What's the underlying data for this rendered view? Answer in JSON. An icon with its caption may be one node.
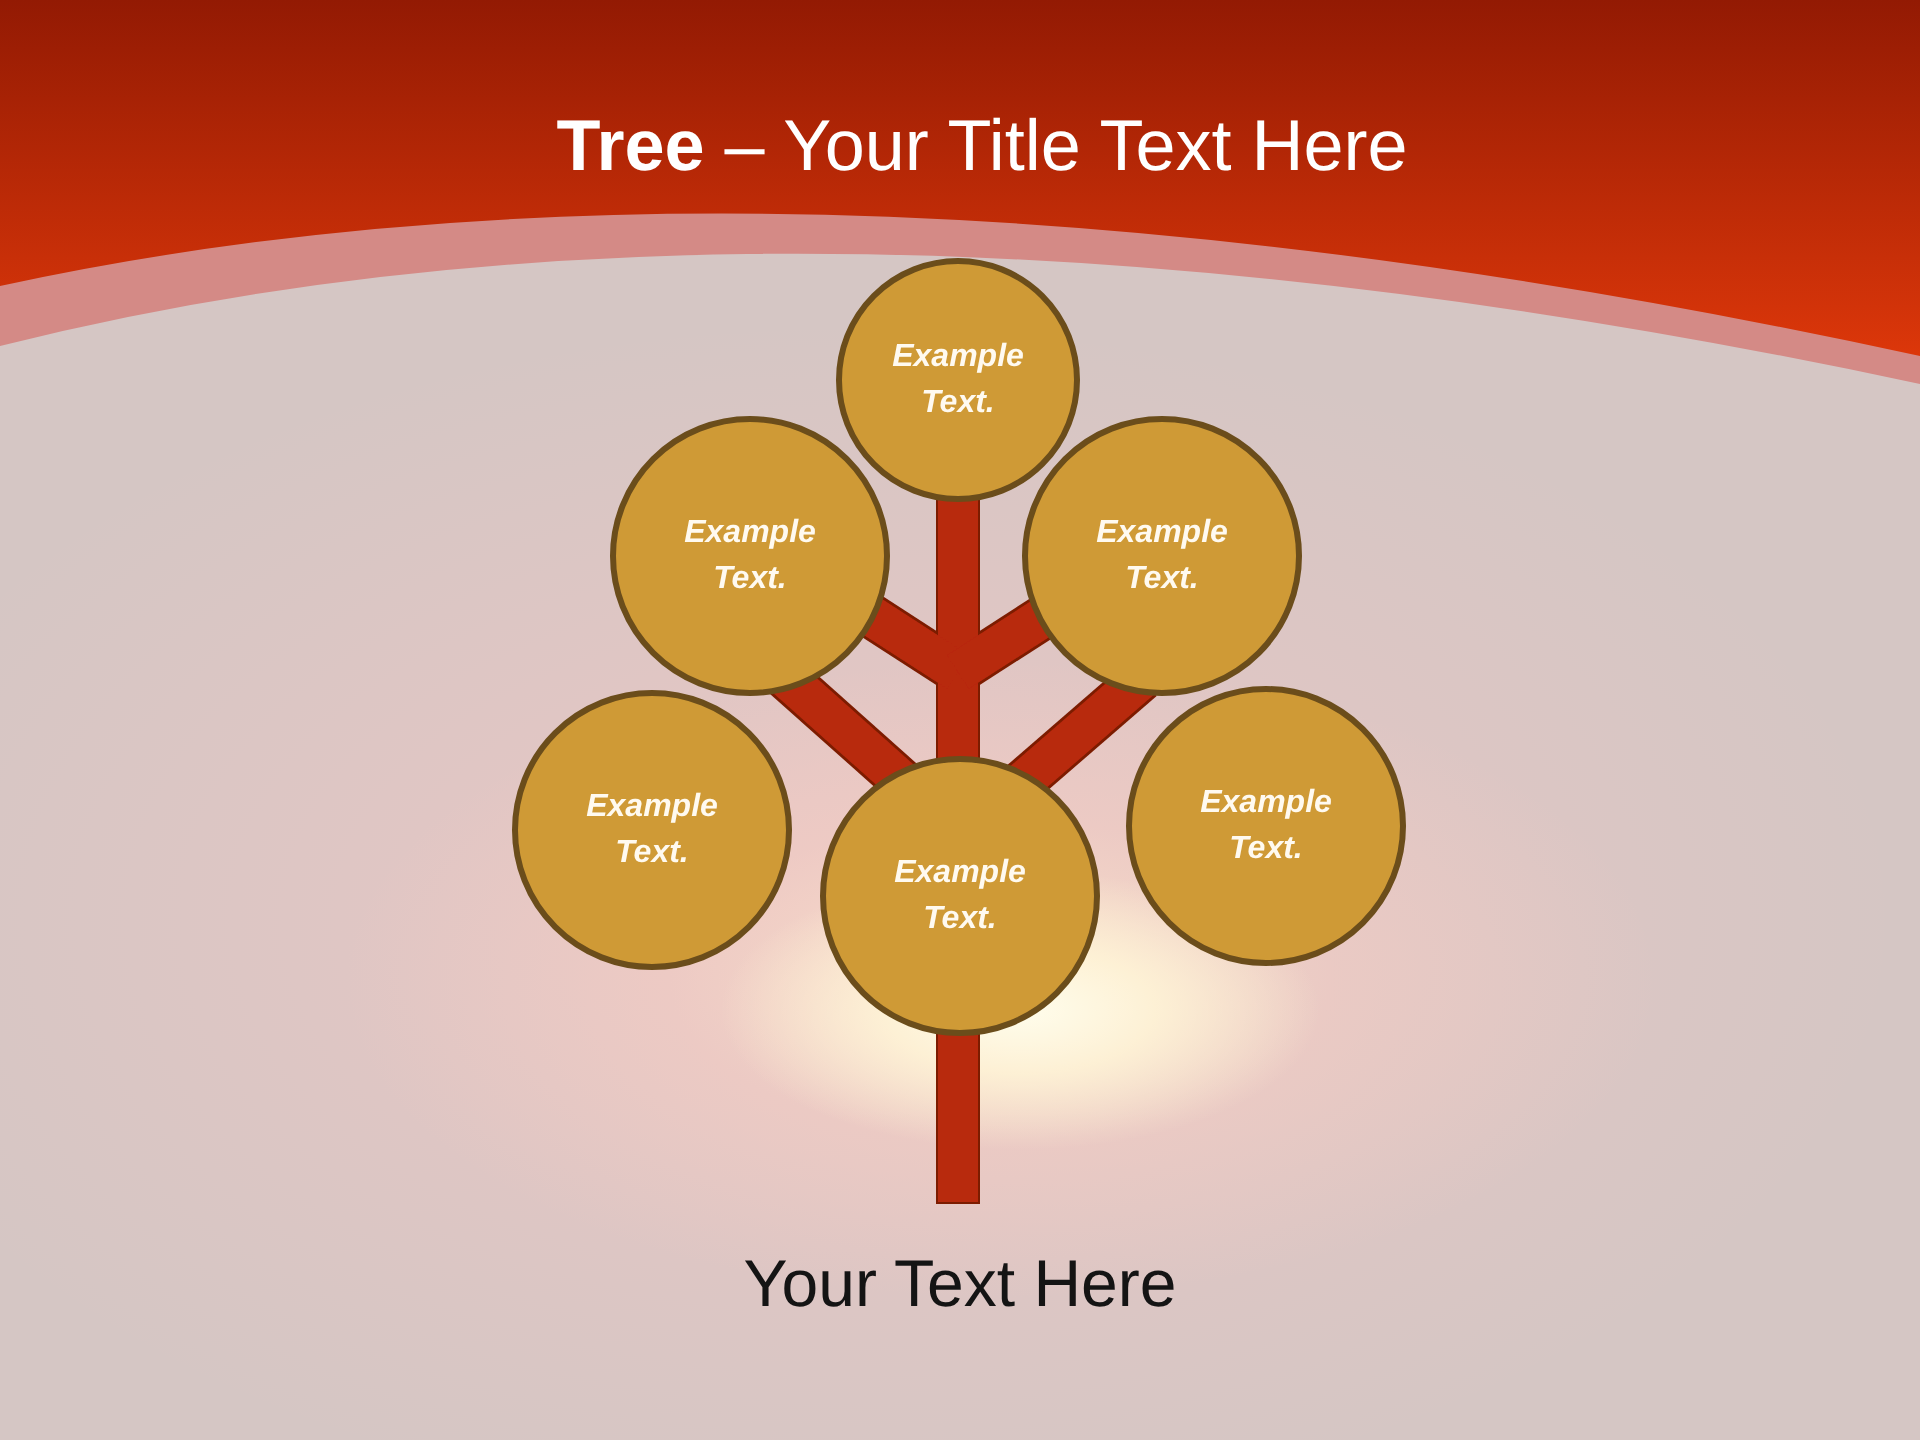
{
  "diagram": {
    "title": "**Tree** – Your Title Text Here",
    "nodes": [
      {
        "text": [
          "Example Text."
        ]
      },
      {
        "text": [
          "Example Text."
        ]
      },
      {
        "text": [
          "Example Text."
        ]
      },
      {
        "text": [
          "Example Text."
        ]
      },
      {
        "text": [
          "Example Text."
        ]
      },
      {
        "text": [
          "Example Text."
        ]
      }
    ],
    "edges": [
      {
        "from": 4,
        "to": 0,
        "arrow": "none"
      },
      {
        "from": 4,
        "to": 1,
        "arrow": "none"
      },
      {
        "from": 4,
        "to": 2,
        "arrow": "none"
      },
      {
        "from": 4,
        "to": 1,
        "arrow": "none"
      },
      {
        "from": 4,
        "to": 2,
        "arrow": "none"
      },
      {
        "from": null,
        "to": 4,
        "arrow": "none"
      }
    ],
    "labels": [
      "Your Text Here"
    ]
  }
}
